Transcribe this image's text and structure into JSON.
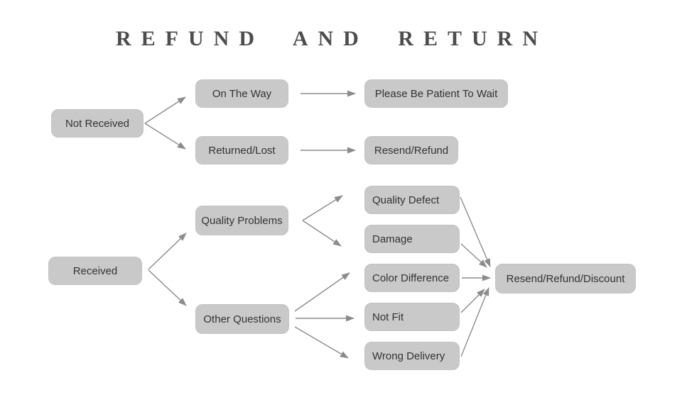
{
  "title": "REFUND AND RETURN",
  "colors": {
    "background": "#ffffff",
    "box_fill": "#c9c9c9",
    "box_text": "#333333",
    "arrow": "#8c8c8c",
    "title_text": "#4d4d4d"
  },
  "nodes": [
    {
      "id": "not-received",
      "label": "Not Received"
    },
    {
      "id": "on-the-way",
      "label": "On The Way"
    },
    {
      "id": "returned-lost",
      "label": "Returned/Lost"
    },
    {
      "id": "please-be-patient-to-wait",
      "label": "Please Be Patient To Wait"
    },
    {
      "id": "resend-refund",
      "label": "Resend/Refund"
    },
    {
      "id": "received",
      "label": "Received"
    },
    {
      "id": "quality-problems",
      "label": "Quality Problems"
    },
    {
      "id": "other-questions",
      "label": "Other Questions"
    },
    {
      "id": "quality-defect",
      "label": "Quality Defect"
    },
    {
      "id": "damage",
      "label": "Damage"
    },
    {
      "id": "color-difference",
      "label": "Color Difference"
    },
    {
      "id": "not-fit",
      "label": "Not Fit"
    },
    {
      "id": "wrong-delivery",
      "label": "Wrong Delivery"
    },
    {
      "id": "resend-refund-discount",
      "label": "Resend/Refund/Discount"
    }
  ],
  "edges": [
    {
      "from": "not-received",
      "to": "on-the-way"
    },
    {
      "from": "not-received",
      "to": "returned-lost"
    },
    {
      "from": "on-the-way",
      "to": "please-be-patient-to-wait"
    },
    {
      "from": "returned-lost",
      "to": "resend-refund"
    },
    {
      "from": "received",
      "to": "quality-problems"
    },
    {
      "from": "received",
      "to": "other-questions"
    },
    {
      "from": "quality-problems",
      "to": "quality-defect"
    },
    {
      "from": "quality-problems",
      "to": "damage"
    },
    {
      "from": "other-questions",
      "to": "color-difference"
    },
    {
      "from": "other-questions",
      "to": "not-fit"
    },
    {
      "from": "other-questions",
      "to": "wrong-delivery"
    },
    {
      "from": "quality-defect",
      "to": "resend-refund-discount"
    },
    {
      "from": "damage",
      "to": "resend-refund-discount"
    },
    {
      "from": "color-difference",
      "to": "resend-refund-discount"
    },
    {
      "from": "not-fit",
      "to": "resend-refund-discount"
    },
    {
      "from": "wrong-delivery",
      "to": "resend-refund-discount"
    }
  ]
}
